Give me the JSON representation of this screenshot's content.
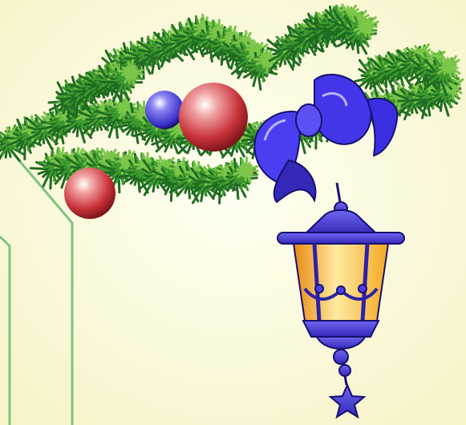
{
  "colors": {
    "background_center": "#FFFFF2",
    "background_edge": "#F6F3C6",
    "frame_line": "#7CC47F",
    "pine_dark": "#1F6B22",
    "pine_mid": "#3E9A2E",
    "pine_light": "#7CC64A",
    "ornament_red": "#C8323A",
    "ornament_blue": "#3B31C9",
    "bow_blue": "#3A2FE0",
    "lantern_glass": "#F4A823",
    "lantern_metal": "#3328B8"
  },
  "decorations": {
    "garland": "pine-branch",
    "ornaments": [
      "red-ball",
      "blue-ball",
      "red-ball"
    ],
    "bow": "blue-bow",
    "lantern": "hanging-lantern",
    "pendant": "star"
  }
}
